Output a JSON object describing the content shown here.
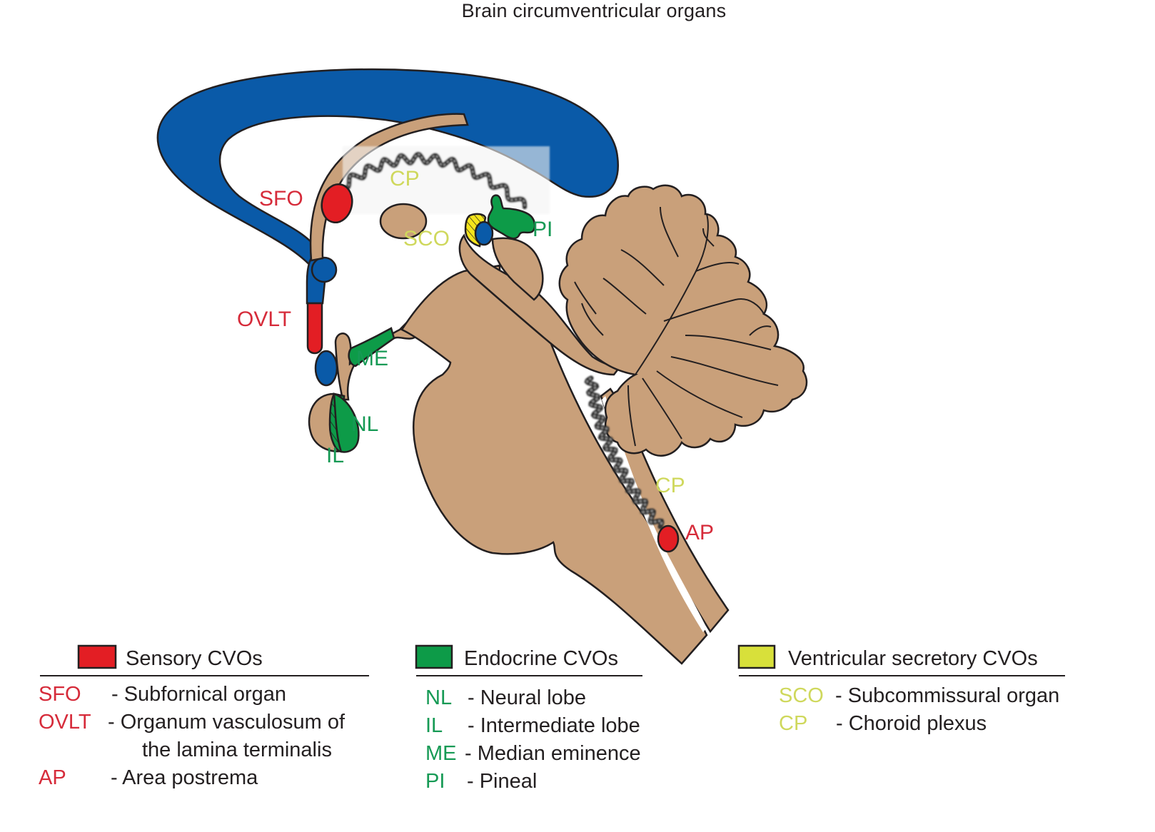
{
  "title": "Brain circumventricular organs",
  "colors": {
    "ventricle": "#0a5aa8",
    "tissue": "#c9a07a",
    "sensory": "#e31e24",
    "endocrine": "#0d9b48",
    "secretory": "#d8e03a",
    "sensory_text": "#d62b3a",
    "endocrine_text": "#169a55",
    "secretory_text": "#cfd85c",
    "outline": "#231f20"
  },
  "diagram_labels": {
    "sfo": "SFO",
    "cp_top": "CP",
    "sco": "SCO",
    "pi": "PI",
    "ovlt": "OVLT",
    "me": "ME",
    "nl": "NL",
    "il": "IL",
    "cp_bottom": "CP",
    "ap": "AP"
  },
  "legend": {
    "sensory": {
      "title": "Sensory CVOs",
      "items": [
        {
          "abbr": "SFO",
          "desc": "- Subfornical organ"
        },
        {
          "abbr": "OVLT",
          "desc": "- Organum vasculosum of"
        },
        {
          "abbr": "",
          "desc": "the lamina terminalis"
        },
        {
          "abbr": "AP",
          "desc": "-  Area postrema"
        }
      ]
    },
    "endocrine": {
      "title": "Endocrine CVOs",
      "items": [
        {
          "abbr": "NL",
          "desc": "-  Neural lobe"
        },
        {
          "abbr": "IL",
          "desc": "-  Intermediate lobe"
        },
        {
          "abbr": "ME",
          "desc": "- Median eminence"
        },
        {
          "abbr": "PI",
          "desc": "-  Pineal"
        }
      ]
    },
    "secretory": {
      "title": "Ventricular secretory CVOs",
      "items": [
        {
          "abbr": "SCO",
          "desc": "- Subcommissural organ"
        },
        {
          "abbr": "CP",
          "desc": "- Choroid plexus"
        }
      ]
    }
  }
}
